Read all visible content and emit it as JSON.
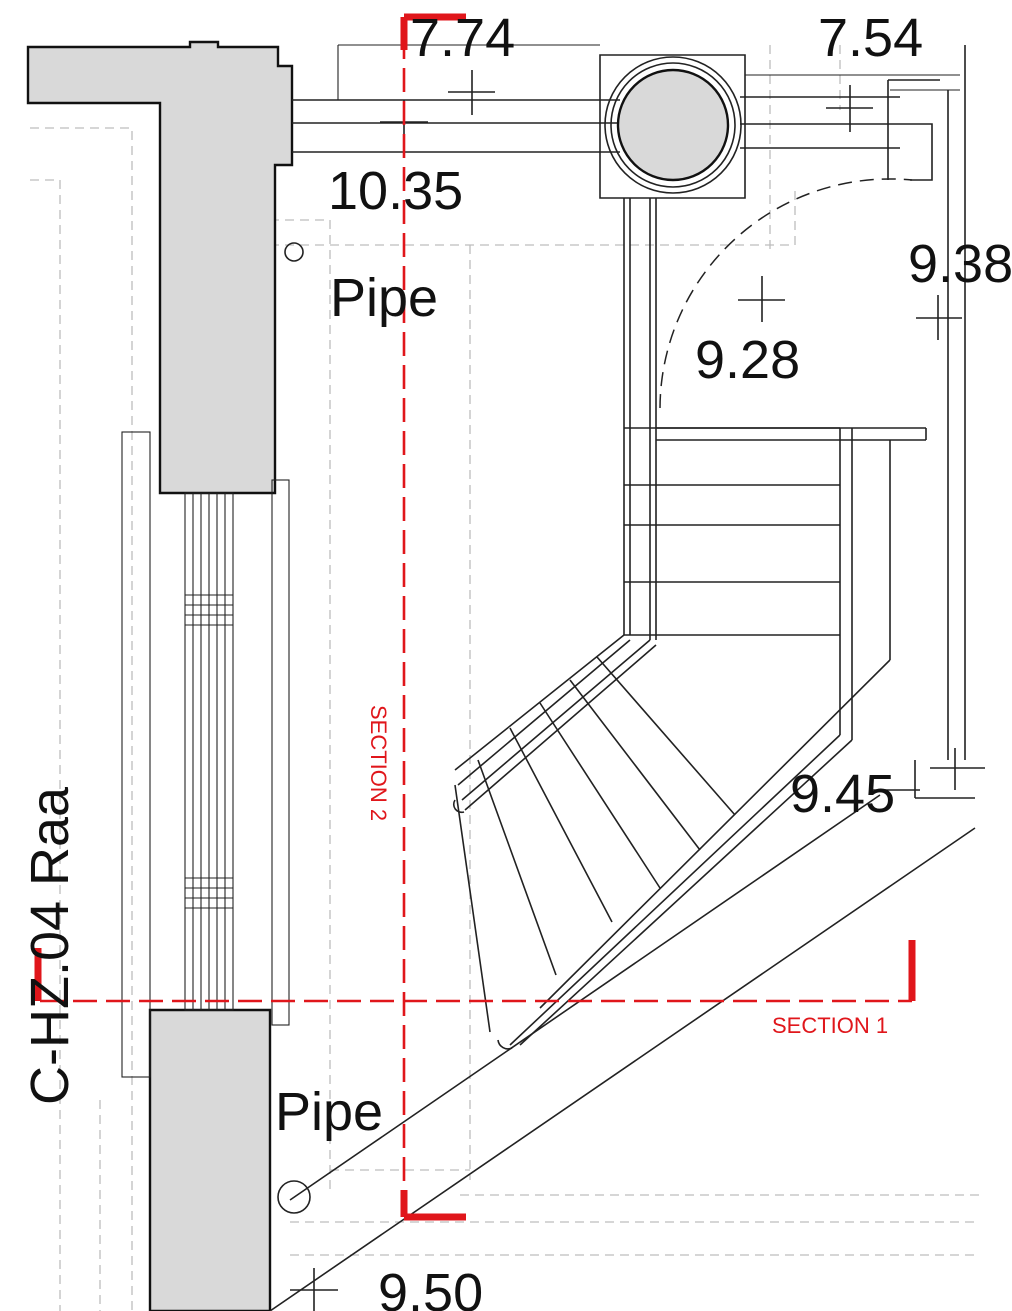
{
  "drawing": {
    "room_label": "C-HZ.04  Raa",
    "pipe_labels": [
      "Pipe",
      "Pipe"
    ],
    "levels": [
      "7.74",
      "7.54",
      "10.35",
      "9.38",
      "9.28",
      "9.45",
      "9.50"
    ],
    "sections": {
      "section_1": "SECTION 1",
      "section_2": "SECTION 2"
    },
    "colors": {
      "section_line": "#e0161b",
      "wall_fill": "#d9d9d9",
      "hidden_line": "#bdbdbd",
      "linework": "#222222"
    }
  }
}
